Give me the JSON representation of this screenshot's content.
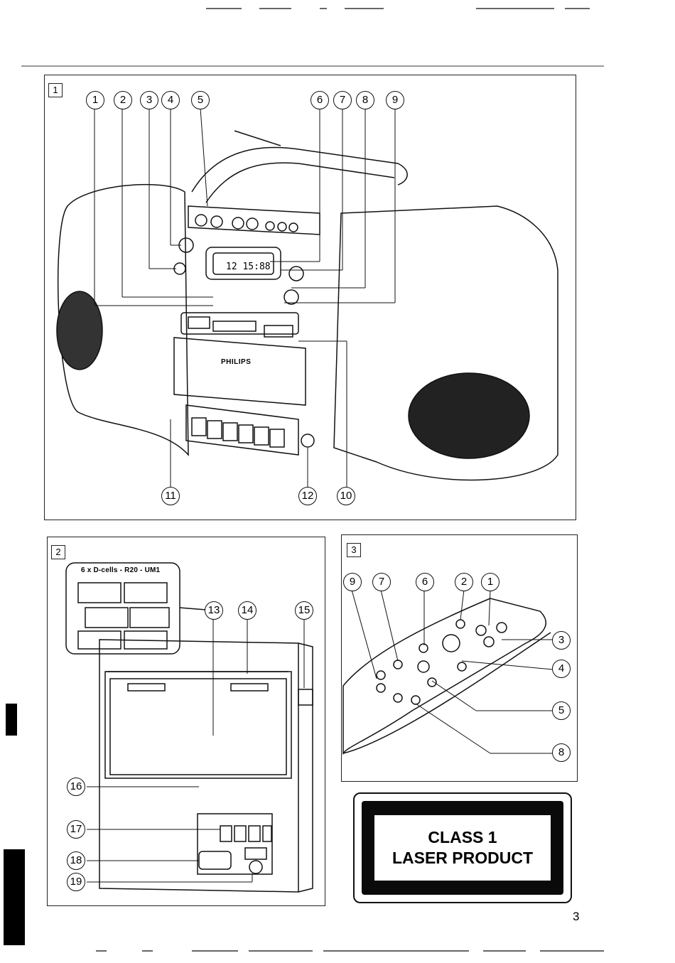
{
  "figures": {
    "fig1": {
      "number": "1",
      "callouts": [
        "1",
        "2",
        "3",
        "4",
        "5",
        "6",
        "7",
        "8",
        "9",
        "10",
        "11",
        "12"
      ],
      "brand": "PHILIPS",
      "display": "12 15:88"
    },
    "fig2": {
      "number": "2",
      "battery_label": "6 x D-cells - R20 - UM1",
      "callouts": [
        "13",
        "14",
        "15",
        "16",
        "17",
        "18",
        "19"
      ]
    },
    "fig3": {
      "number": "3",
      "callouts": [
        "9",
        "7",
        "6",
        "2",
        "1",
        "3",
        "4",
        "5",
        "8"
      ]
    }
  },
  "laser_label": {
    "line1": "CLASS 1",
    "line2": "LASER PRODUCT"
  },
  "page_number": "3"
}
